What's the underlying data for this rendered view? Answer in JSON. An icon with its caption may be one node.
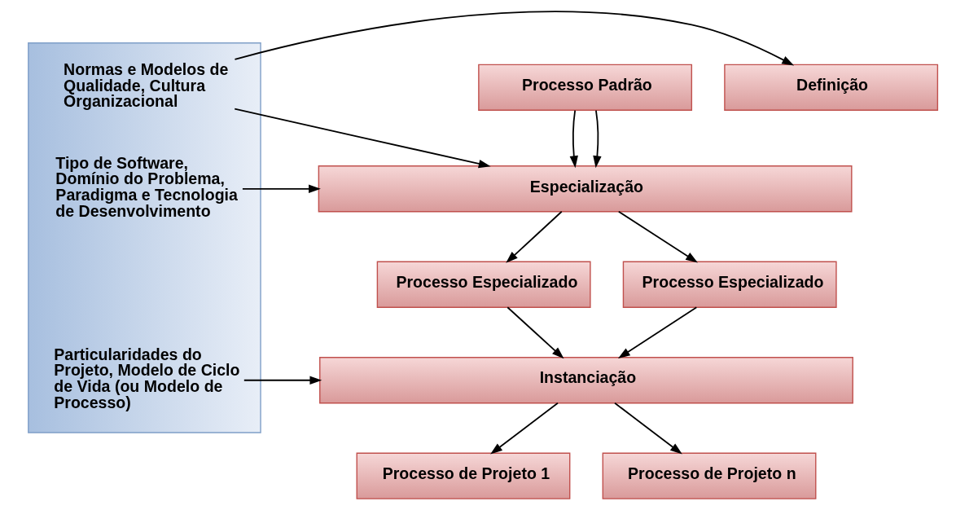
{
  "diagram": {
    "nodes": [
      {
        "text": [],
        "shape": "box"
      },
      {
        "text": [
          "Normas e Modelos de Qualidade, Cultura Organizacional"
        ],
        "in": 0
      },
      {
        "text": [
          "Tipo de Software, Domínio do Problema, Paradigma e Tecnologia de Desenvolvimento"
        ],
        "in": 0
      },
      {
        "text": [
          "Particularidades do Projeto, Modelo de Ciclo de Vida (ou Modelo de Processo)"
        ],
        "in": 0
      },
      {
        "text": [
          "Definição"
        ]
      },
      {
        "text": [
          "Processo Padrão"
        ]
      },
      {
        "text": [
          "Especialização"
        ]
      },
      {
        "text": [
          "Processo Especializado"
        ]
      },
      {
        "text": [
          "Processo Especializado"
        ]
      },
      {
        "text": [
          "Instanciação"
        ]
      },
      {
        "text": [
          "Processo de Projeto 1"
        ]
      },
      {
        "text": [
          "Processo de Projeto n"
        ]
      }
    ],
    "edges": [
      {
        "from": 1,
        "to": 4,
        "arrow": "to"
      },
      {
        "from": 1,
        "to": 6,
        "arrow": "to"
      },
      {
        "from": 2,
        "to": 6,
        "arrow": "to"
      },
      {
        "from": 5,
        "to": 6,
        "arrow": "to"
      },
      {
        "from": 5,
        "to": 6,
        "arrow": "to"
      },
      {
        "from": 6,
        "to": 7,
        "arrow": "to"
      },
      {
        "from": 6,
        "to": 8,
        "arrow": "to"
      },
      {
        "from": 7,
        "to": 9,
        "arrow": "to"
      },
      {
        "from": 8,
        "to": 9,
        "arrow": "to"
      },
      {
        "from": 3,
        "to": 9,
        "arrow": "to"
      },
      {
        "from": 9,
        "to": 10,
        "arrow": "to"
      },
      {
        "from": 9,
        "to": 11,
        "arrow": "to"
      }
    ]
  }
}
